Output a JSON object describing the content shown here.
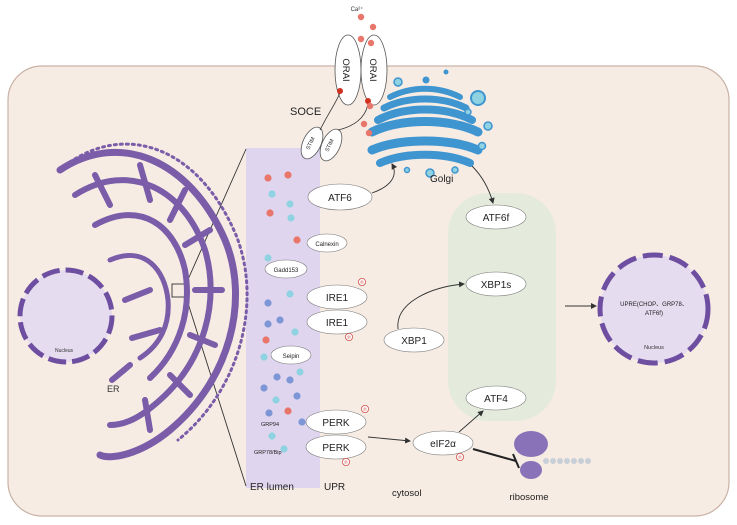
{
  "labels": {
    "ca": "Ca²⁺",
    "orai_left": "ORAI",
    "orai_right": "ORAI",
    "soce": "SOCE",
    "stim_a": "STIM",
    "stim_b": "STIM",
    "golgi": "Golgi",
    "atf6": "ATF6",
    "atf6f": "ATF6f",
    "calnexin": "Calnexin",
    "gadd153": "Gadd153",
    "ire1_a": "IRE1",
    "ire1_b": "IRE1",
    "xbp1s": "XBP1s",
    "xbp1": "XBP1",
    "seipin": "Seipin",
    "perk_a": "PERK",
    "perk_b": "PERK",
    "grp94": "GRP94",
    "grp78": "GRP78/Bip",
    "eif2a": "eIF2α",
    "atf4": "ATF4",
    "nucleus_left": "Nucleus",
    "er": "ER",
    "er_lumen": "ER lumen",
    "upr": "UPR",
    "cytosol": "cytosol",
    "ribosome": "ribosome",
    "upre_line1": "UPRE(CHOP、GRP78、",
    "upre_line2": "ATF6f)",
    "nucleus_right": "Nucleus"
  },
  "phospho_mark": "℗",
  "colors": {
    "cell_fill": "#f6ece4",
    "cell_stroke": "#c9b2a6",
    "er_purple": "#7a5ca8",
    "lumen_fill": "#ddd3ee",
    "green_box": "#e4ebdc",
    "golgi_blue": "#3f95d0",
    "ca_dot": "#e8766a",
    "cyan_dot": "#8fd2e2",
    "blue_dot": "#7d96d6",
    "phospho_red": "#d0524a",
    "nucleus_fill": "#e5dcef",
    "ribosome": "#8a72b8"
  }
}
